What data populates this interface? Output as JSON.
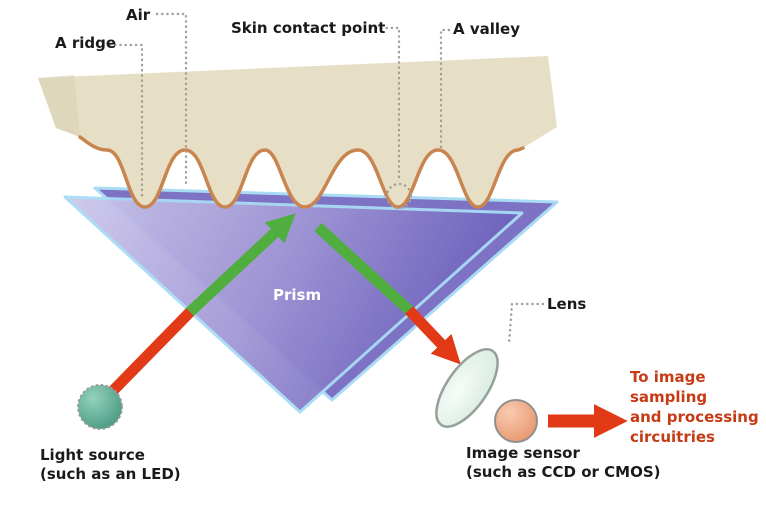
{
  "annotations": {
    "air": "Air",
    "ridge": "A ridge",
    "skin_contact_point": "Skin contact point",
    "valley": "A valley",
    "prism": "Prism",
    "lens": "Lens"
  },
  "light_source": {
    "line1": "Light source",
    "line2": "(such as an LED)"
  },
  "image_sensor": {
    "line1": "Image sensor",
    "line2": "(such as CCD or CMOS)"
  },
  "output": {
    "lines": [
      "To image",
      "sampling",
      "and processing",
      "circuitries"
    ]
  },
  "colors": {
    "arrow_red": "#e23a17",
    "arrow_green": "#4fae3d",
    "skin_fill": "#e7dfc5",
    "skin_outline": "#c9854f",
    "prism_stroke": "#a9dcf4",
    "prism_front": "#a59cd8",
    "prism_back": "#7e72c4",
    "light_source": "#4da68f",
    "image_sensor": "#efa07c",
    "lens_fill": "#e3f1e7",
    "leader_gray": "#a39d94",
    "output_text": "#c63b14",
    "label_black": "#1a1a1a"
  }
}
